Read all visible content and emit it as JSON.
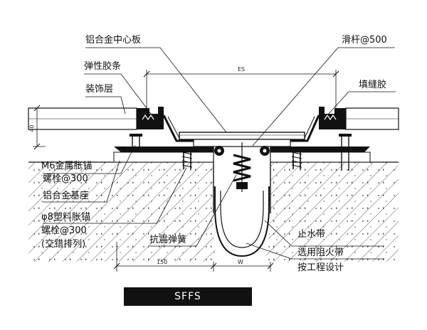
{
  "labels": {
    "center_plate": "铝合金中心板",
    "slide_bar": "滑杆@500",
    "elastic_strip": "弹性胶条",
    "finish_layer": "装饰层",
    "caulk": "填缝胶",
    "anchor_bolt_1": "M6金属胀锚",
    "anchor_bolt_2": "螺栓@300",
    "alu_base": "铝合金基座",
    "plastic_anchor_1": "φ8塑料胀锚",
    "plastic_anchor_2": "螺栓@300",
    "plastic_anchor_3": "(交错排列)",
    "seismic_spring": "抗震弹簧",
    "waterstop": "止水带",
    "fire_band_1": "选用阻火带",
    "fire_band_2": "按工程设计"
  },
  "dimensions": {
    "es": "ES",
    "h40": "40",
    "w150": "150",
    "w": "W"
  },
  "badge": "SFFS",
  "colors": {
    "line": "#111111",
    "badge_bg": "#111111",
    "badge_text": "#ffffff"
  }
}
